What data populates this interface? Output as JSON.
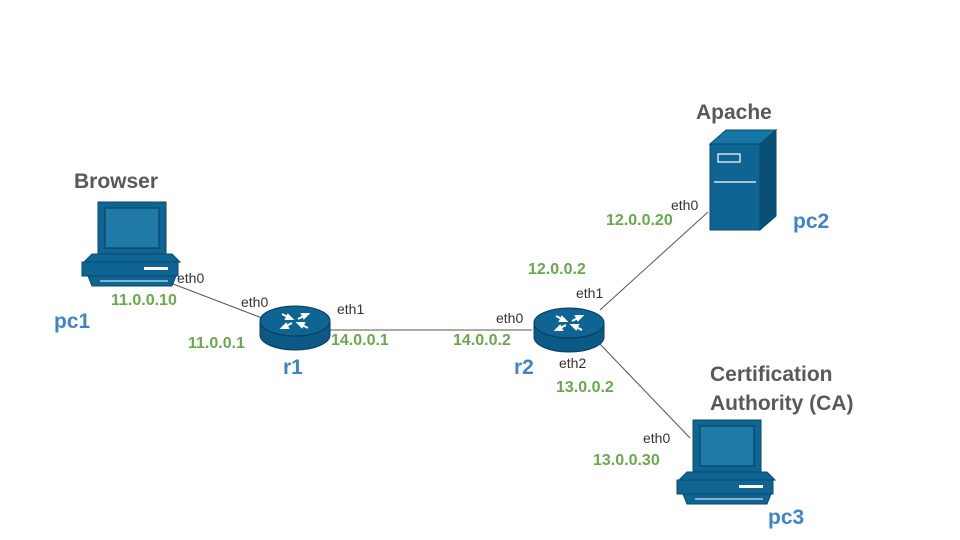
{
  "nodes": {
    "pc1": {
      "label": "pc1",
      "role": "Browser",
      "eth0": {
        "name": "eth0",
        "ip": "11.0.0.10"
      }
    },
    "r1": {
      "label": "r1",
      "eth0": {
        "name": "eth0",
        "ip": "11.0.0.1"
      },
      "eth1": {
        "name": "eth1",
        "ip": "14.0.0.1"
      }
    },
    "r2": {
      "label": "r2",
      "eth0": {
        "name": "eth0",
        "ip": "14.0.0.2"
      },
      "eth1": {
        "name": "eth1",
        "ip": "12.0.0.2"
      },
      "eth2": {
        "name": "eth2",
        "ip": "13.0.0.2"
      }
    },
    "pc2": {
      "label": "pc2",
      "role": "Apache",
      "eth0": {
        "name": "eth0",
        "ip": "12.0.0.20"
      }
    },
    "pc3": {
      "label": "pc3",
      "role_line1": "Certification",
      "role_line2": "Authority (CA)",
      "eth0": {
        "name": "eth0",
        "ip": "13.0.0.30"
      }
    }
  },
  "colors": {
    "device_fill": "#0e6492",
    "device_stroke": "#0a4a6e",
    "host_label": "#3d85c6",
    "ip_label": "#6aa84f",
    "role_label": "#595959",
    "link": "#555555"
  }
}
